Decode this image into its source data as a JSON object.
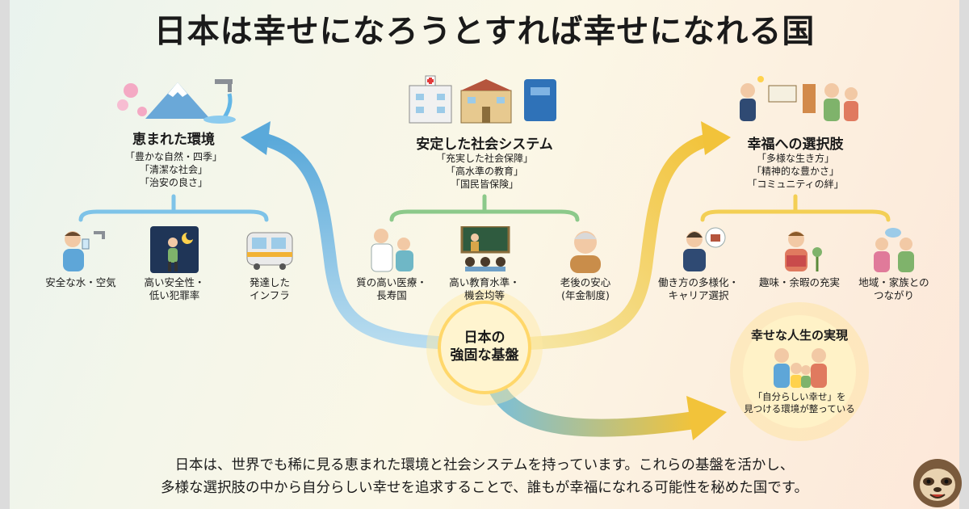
{
  "title": "日本は幸せになろうとすれば幸せになれる国",
  "core": {
    "line1": "日本の",
    "line2": "強固な基盤"
  },
  "sections": [
    {
      "title": "恵まれた環境",
      "quotes": [
        "「豊かな自然・四季」",
        "「清潔な社会」",
        "「治安の良さ」"
      ],
      "items": [
        {
          "label": [
            "安全な水・空気"
          ]
        },
        {
          "label": [
            "高い安全性・",
            "低い犯罪率"
          ]
        },
        {
          "label": [
            "発達した",
            "インフラ"
          ]
        }
      ]
    },
    {
      "title": "安定した社会システム",
      "quotes": [
        "「充実した社会保障」",
        "「高水準の教育」",
        "「国民皆保険」"
      ],
      "items": [
        {
          "label": [
            "質の高い医療・",
            "長寿国"
          ]
        },
        {
          "label": [
            "高い教育水準・",
            "機会均等"
          ]
        },
        {
          "label": [
            "老後の安心",
            "(年金制度)"
          ]
        }
      ]
    },
    {
      "title": "幸福への選択肢",
      "quotes": [
        "「多様な生き方」",
        "「精神的な豊かさ」",
        "「コミュニティの絆」"
      ],
      "items": [
        {
          "label": [
            "働き方の多様化・",
            "キャリア選択"
          ]
        },
        {
          "label": [
            "趣味・余暇の充実"
          ]
        },
        {
          "label": [
            "地域・家族との",
            "つながり"
          ]
        }
      ]
    }
  ],
  "result": {
    "title": "幸せな人生の実現",
    "caption": [
      "「自分らしい幸せ」を",
      "見つける環境が整っている"
    ]
  },
  "summary": [
    "日本は、世界でも稀に見る恵まれた環境と社会システムを持っています。これらの基盤を活かし、",
    "多様な選択肢の中から自分らしい幸せを追求することで、誰もが幸福になれる可能性を秘めた国です。"
  ],
  "colors": {
    "blue_arrow": "#6fb3dc",
    "green_arrow": "#8cc98a",
    "yellow_arrow": "#f3cf55",
    "core_glow": "#ffd76a"
  }
}
